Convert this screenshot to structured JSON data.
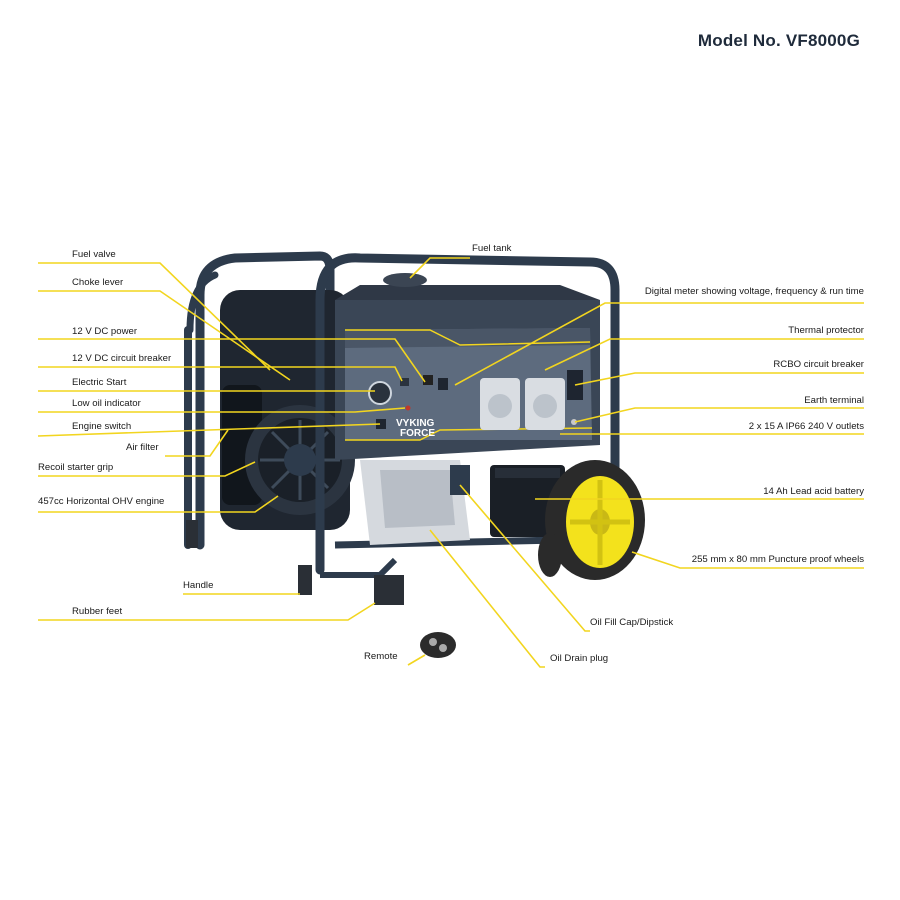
{
  "header": {
    "model_number": "Model No. VF8000G"
  },
  "product": {
    "brand_logo_line1": "VYKING",
    "brand_logo_line2": "FORCE"
  },
  "callouts": {
    "fuel_valve": "Fuel valve",
    "fuel_tank": "Fuel tank",
    "choke_lever": "Choke lever",
    "digital_meter": "Digital meter showing voltage, frequency & run time",
    "dc_power": "12 V DC power",
    "thermal_protector": "Thermal protector",
    "dc_breaker": "12 V DC circuit breaker",
    "rcbo_breaker": "RCBO circuit breaker",
    "electric_start": "Electric Start",
    "earth_terminal": "Earth terminal",
    "low_oil": "Low oil indicator",
    "engine_switch": "Engine switch",
    "outlets": "2 x 15 A IP66 240 V outlets",
    "air_filter": "Air filter",
    "recoil_grip": "Recoil starter grip",
    "battery": "14 Ah Lead acid battery",
    "engine": "457cc Horizontal OHV engine",
    "wheels": "255 mm x 80 mm Puncture proof wheels",
    "handle": "Handle",
    "rubber_feet": "Rubber feet",
    "oil_fill": "Oil Fill Cap/Dipstick",
    "remote": "Remote",
    "oil_drain": "Oil Drain plug"
  },
  "colors": {
    "leader_line": "#f2d51f",
    "frame": "#2d3b4c",
    "panel": "#5d6b7e",
    "panel_dark": "#3a4656",
    "wheel": "#f3e21c",
    "tyre": "#2a2a2a",
    "engine_body": "#1f2630",
    "model_text": "#1e2a3a"
  }
}
